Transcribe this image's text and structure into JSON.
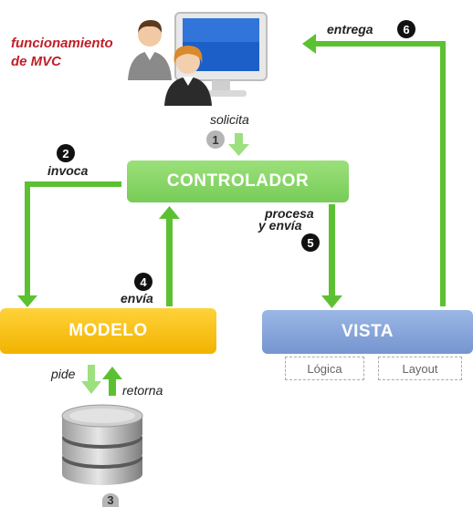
{
  "caption": {
    "line1": "funcionamiento",
    "line2": "de MVC"
  },
  "boxes": {
    "controller": "CONTROLADOR",
    "model": "MODELO",
    "view": "VISTA"
  },
  "view_parts": [
    "Lógica",
    "Layout"
  ],
  "labels": {
    "solicita": "solicita",
    "invoca": "invoca",
    "procesa1": "procesa",
    "procesa2": "y envía",
    "envia": "envía",
    "entrega": "entrega",
    "pide": "pide",
    "retorna": "retorna"
  },
  "steps": [
    "1",
    "2",
    "3",
    "4",
    "5",
    "6"
  ],
  "colors": {
    "controller": "#86d567",
    "model": "#f7c21c",
    "view": "#85a5da",
    "arrow": "#5cc132",
    "arrow_light": "#9de07f",
    "caption": "#c0202a"
  }
}
